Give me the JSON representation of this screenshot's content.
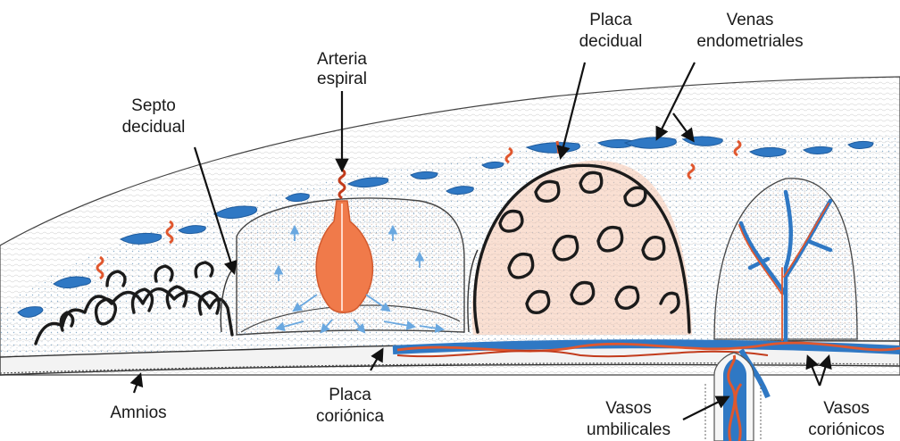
{
  "labels": {
    "arteria_line1": "Arteria",
    "arteria_line2": "espiral",
    "placa_decidual_line1": "Placa",
    "placa_decidual_line2": "decidual",
    "venas_line1": "Venas",
    "venas_line2": "endometriales",
    "septo_line1": "Septo",
    "septo_line2": "decidual",
    "amnios": "Amnios",
    "placa_corionica_line1": "Placa",
    "placa_corionica_line2": "coriónica",
    "vasos_umb_line1": "Vasos",
    "vasos_umb_line2": "umbilicales",
    "vasos_cor_line1": "Vasos",
    "vasos_cor_line2": "coriónicos"
  },
  "colors": {
    "vein_blue": "#2f78c4",
    "artery_orange": "#f07a4a",
    "villi_outline": "#1b1b1b",
    "villi_fill": "#f6c7ae",
    "flow_arrows": "#6aa8e0",
    "decidua_dots": "#9ab6cf"
  }
}
